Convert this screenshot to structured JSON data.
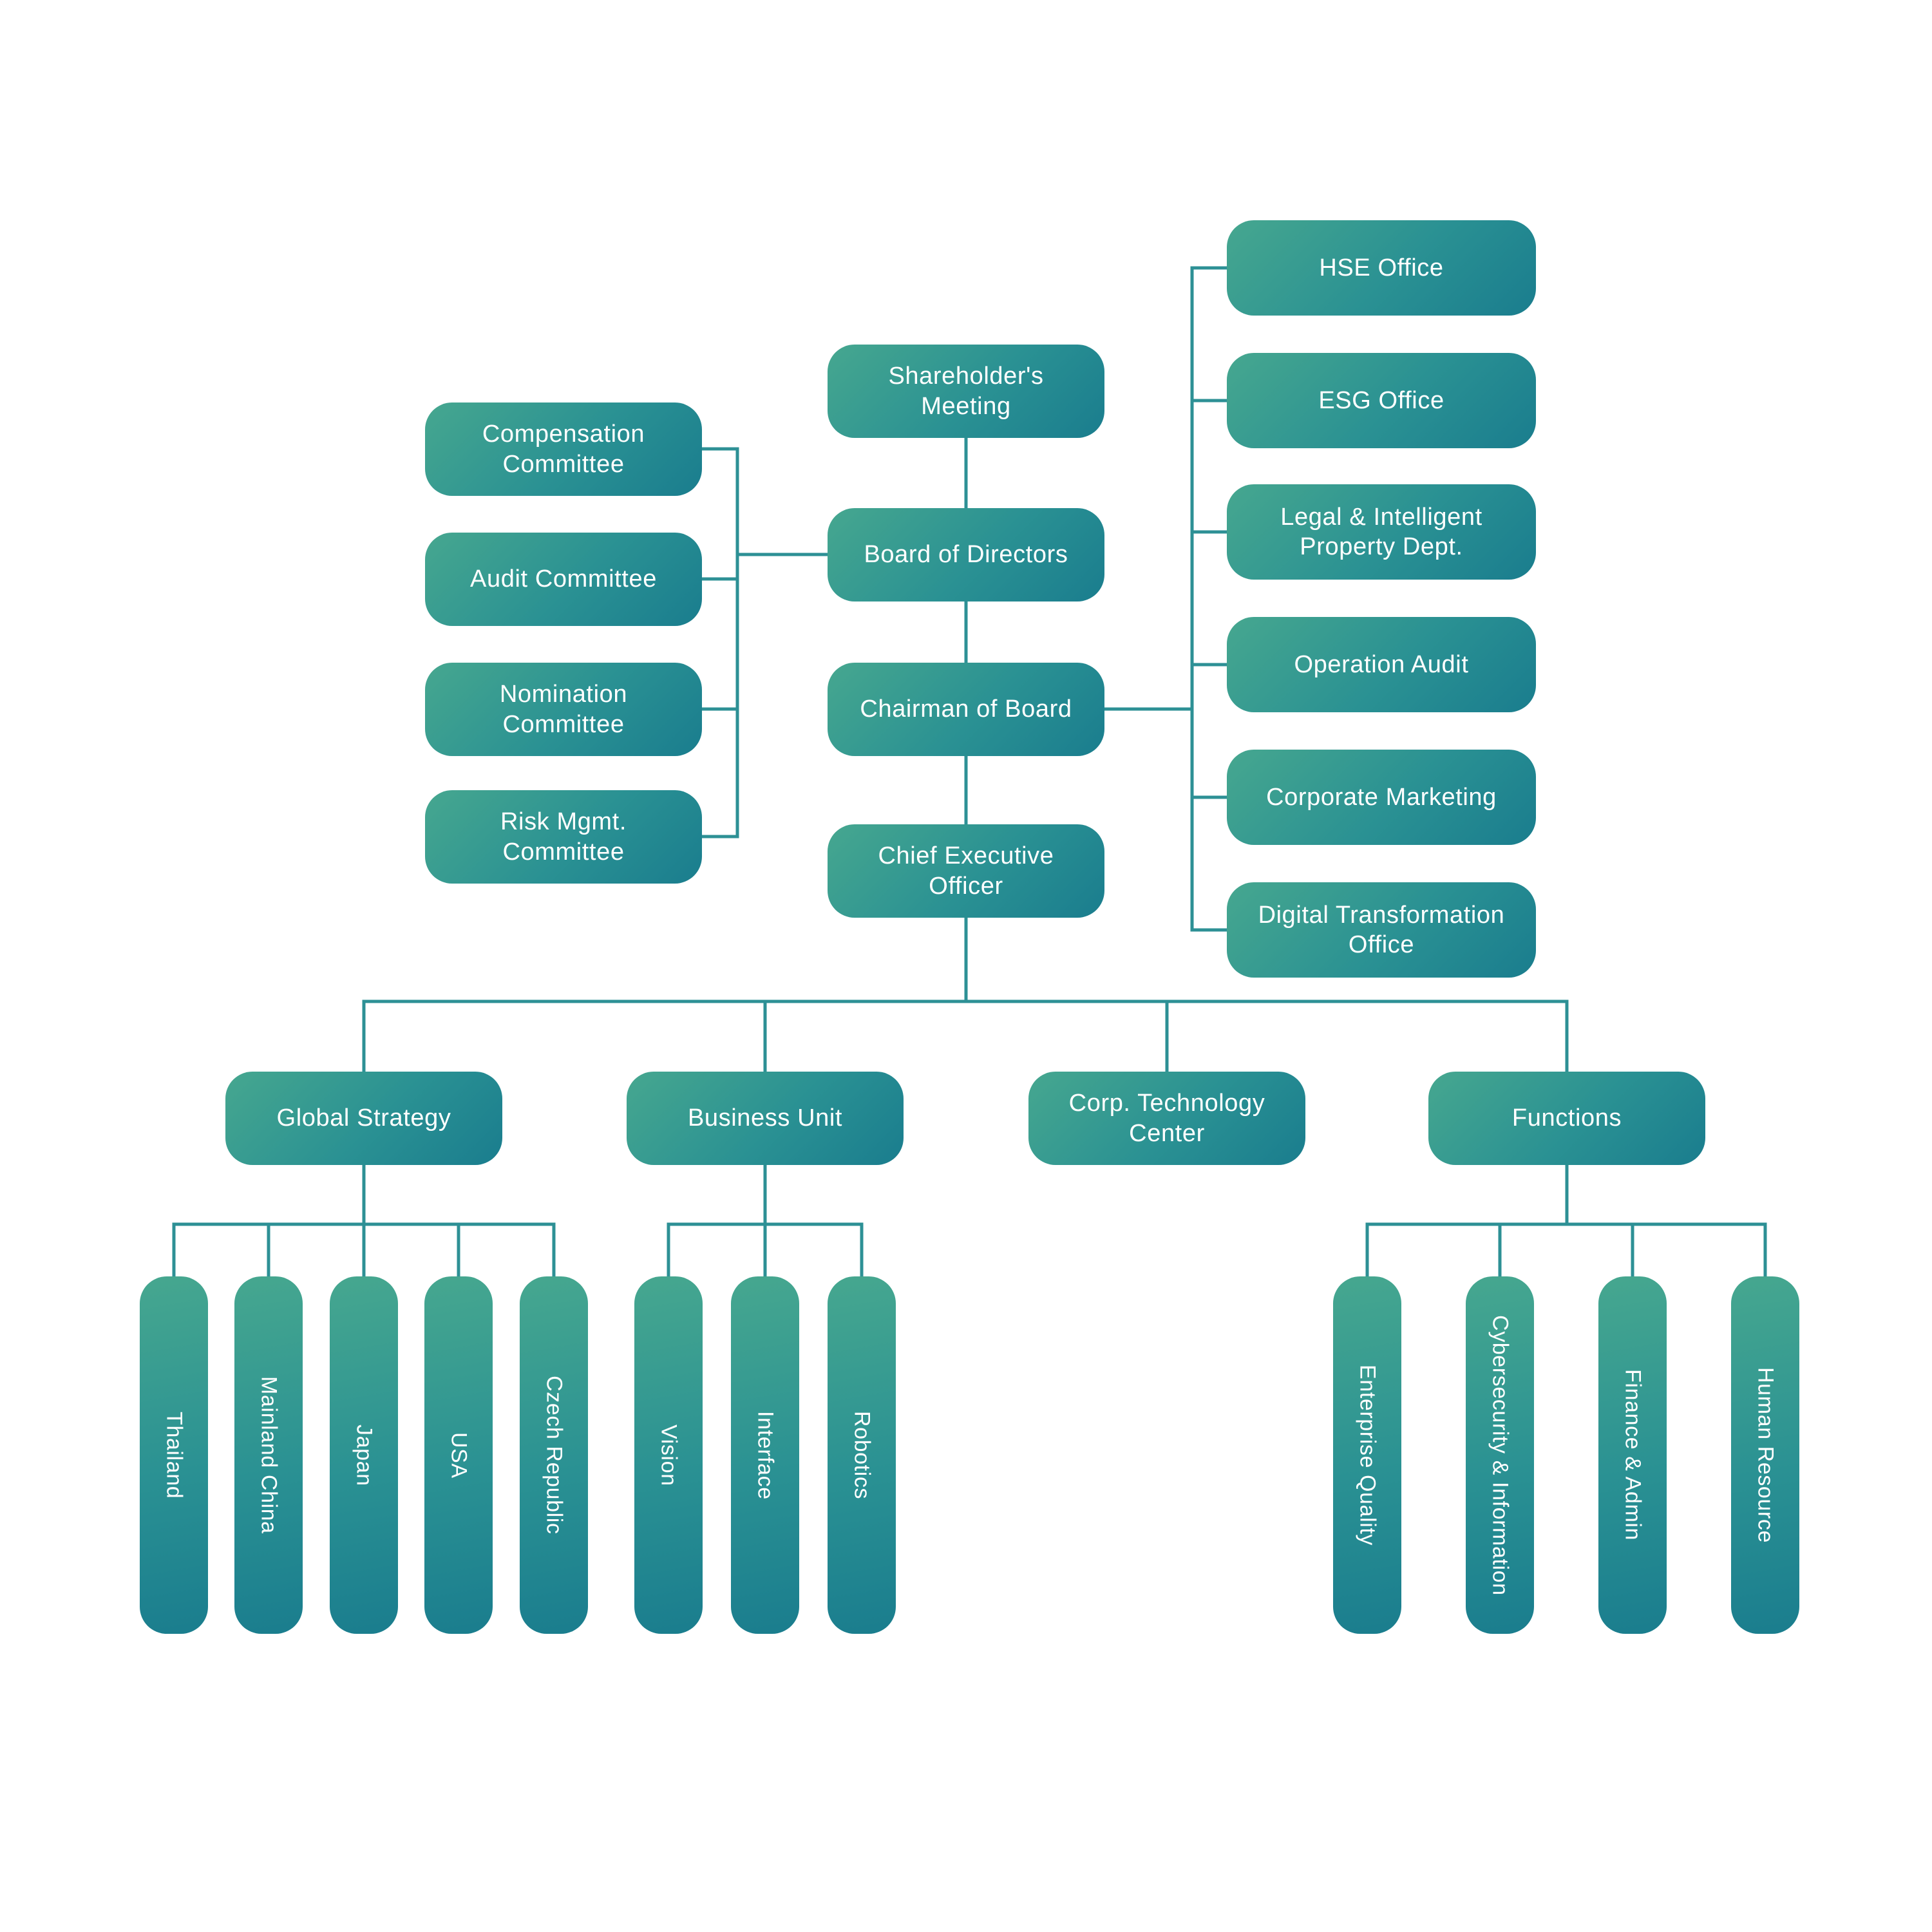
{
  "colors": {
    "box_gradient_start": "#46a78f",
    "box_gradient_end": "#1a7d8e",
    "connector_line": "#2d9095",
    "text": "#ffffff",
    "background": "#ffffff"
  },
  "org": {
    "governance": {
      "shareholders_meeting": "Shareholder's Meeting",
      "board_of_directors": "Board of Directors",
      "chairman": "Chairman of Board",
      "ceo": "Chief Executive Officer"
    },
    "board_committees": [
      "Compensation Committee",
      "Audit Committee",
      "Nomination Committee",
      "Risk Mgmt. Committee"
    ],
    "chairman_offices": [
      "HSE Office",
      "ESG Office",
      "Legal & Intelligent Property Dept.",
      "Operation Audit",
      "Corporate Marketing",
      "Digital Transformation Office"
    ],
    "divisions": [
      {
        "label": "Global Strategy",
        "children": [
          "Thailand",
          "Mainland China",
          "Japan",
          "USA",
          "Czech Republic"
        ]
      },
      {
        "label": "Business Unit",
        "children": [
          "Vision",
          "Interface",
          "Robotics"
        ]
      },
      {
        "label": "Corp. Technology Center",
        "children": []
      },
      {
        "label": "Functions",
        "children": [
          "Enterprise Quality",
          "Cybersecurity & Information",
          "Finance & Admin",
          "Human Resource"
        ]
      }
    ]
  }
}
